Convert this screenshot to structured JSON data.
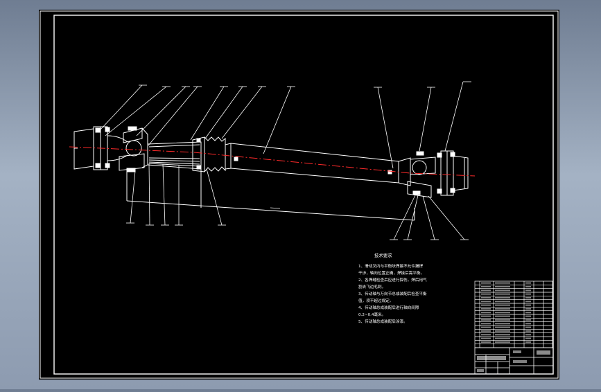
{
  "colors": {
    "background": "#9aa8bb",
    "sheet": "#000000",
    "line": "#ffffff",
    "centerline": "#ff2a2a"
  },
  "tech_req": {
    "title": "技术要求",
    "lines": [
      "1、滑动叉内与平衡块焊接不允许漏焊",
      "   干涉，轴向位置正确，焊接后需平衡。",
      "2、各焊缝检查后应进行探伤，焊后用气",
      "   割去飞边毛刺。",
      "3、传动轴与万向节总成装配后检查平衡",
      "   值，须不超过规定。",
      "4、传动轴总成装配后进行轴向间隙",
      "   0.2~0.4毫米。",
      "5、传动轴总成装配后涂漆。"
    ]
  }
}
